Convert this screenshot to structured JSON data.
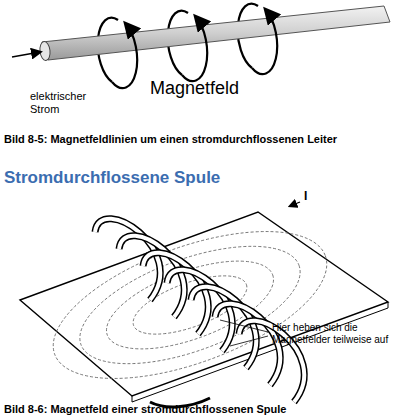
{
  "diagram": {
    "title": "Stromdurchflossene Spule",
    "caption": "Bild 8-6: Magnetfeld einer stromdurchflossenen Spule",
    "labels": [
      "elektrischer Strom",
      "Magnetfeld",
      "Bild 8-5: Magnetfeldlinien um einen stromdurchflossenen Leiter",
      "I",
      "Hier heben sich die Magnetfelder teilweise auf"
    ]
  }
}
